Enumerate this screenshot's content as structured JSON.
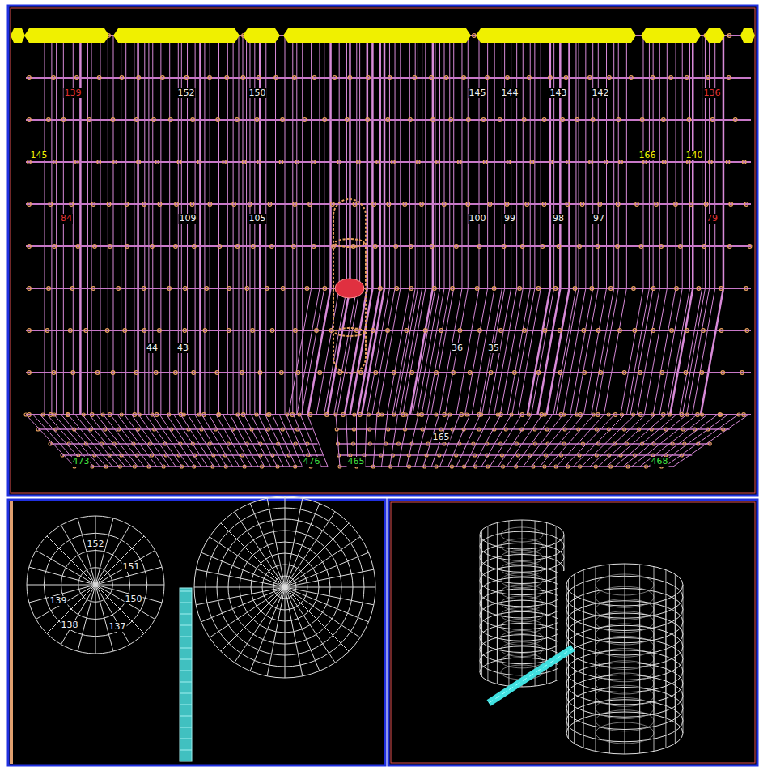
{
  "diagram": {
    "labels": [
      "139",
      "152",
      "150",
      "145",
      "144",
      "143",
      "142",
      "136",
      "145",
      "166",
      "140",
      "84",
      "109",
      "105",
      "100",
      "99",
      "98",
      "97",
      "79",
      "44",
      "43",
      "36",
      "35",
      "165",
      "473",
      "476",
      "465",
      "468",
      "152",
      "151",
      "150",
      "139",
      "138",
      "137"
    ]
  }
}
